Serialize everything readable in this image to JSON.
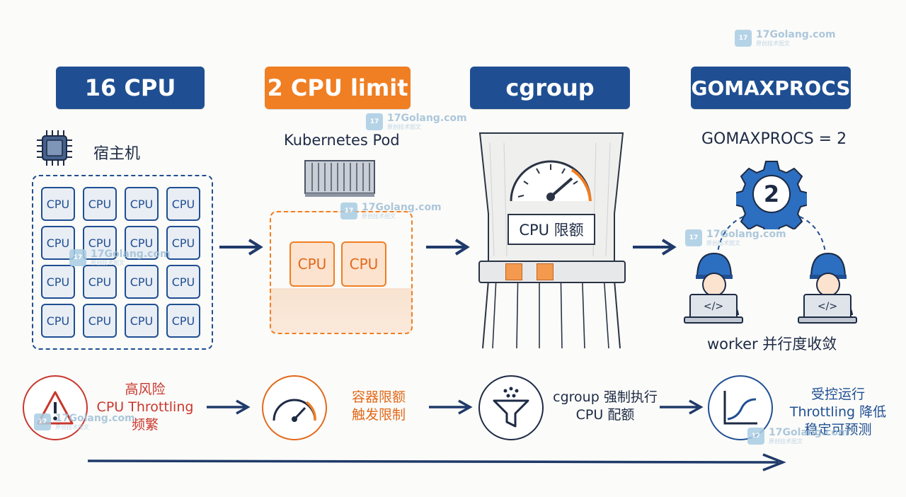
{
  "watermark": {
    "logo_text": "17",
    "site": "17Golang.com",
    "tagline": "原创技术图文"
  },
  "steps": [
    {
      "header": "16 CPU",
      "label": "宿主机",
      "color": "#1f4f92"
    },
    {
      "header": "2 CPU limit",
      "label": "Kubernetes Pod",
      "color": "#f07e22"
    },
    {
      "header": "cgroup",
      "label": "CPU 限额",
      "color": "#1f4f92"
    },
    {
      "header": "GOMAXPROCS",
      "label": "GOMAXPROCS = 2",
      "gear_number": "2",
      "worker_label": "worker 并行度收敛",
      "color": "#1f4f92"
    }
  ],
  "host_cpus": [
    "CPU",
    "CPU",
    "CPU",
    "CPU",
    "CPU",
    "CPU",
    "CPU",
    "CPU",
    "CPU",
    "CPU",
    "CPU",
    "CPU",
    "CPU",
    "CPU",
    "CPU",
    "CPU"
  ],
  "pod_cpus": [
    "CPU",
    "CPU"
  ],
  "code_glyph": "</>",
  "bottom": [
    {
      "lines": [
        "高风险",
        "CPU Throttling",
        "频繁"
      ],
      "color": "#c8372d",
      "icon": "warning-icon"
    },
    {
      "lines": [
        "容器限额",
        "触发限制"
      ],
      "color": "#e2691a",
      "icon": "gauge-icon"
    },
    {
      "lines": [
        "cgroup 强制执行",
        "CPU 配额"
      ],
      "color": "#1d2a44",
      "icon": "funnel-icon"
    },
    {
      "lines": [
        "受控运行",
        "Throttling 降低",
        "稳定可预测"
      ],
      "color": "#1f4f92",
      "icon": "curve-chart-icon"
    }
  ],
  "colors": {
    "blue": "#1f4f92",
    "orange": "#f07e22",
    "red": "#c8372d"
  }
}
